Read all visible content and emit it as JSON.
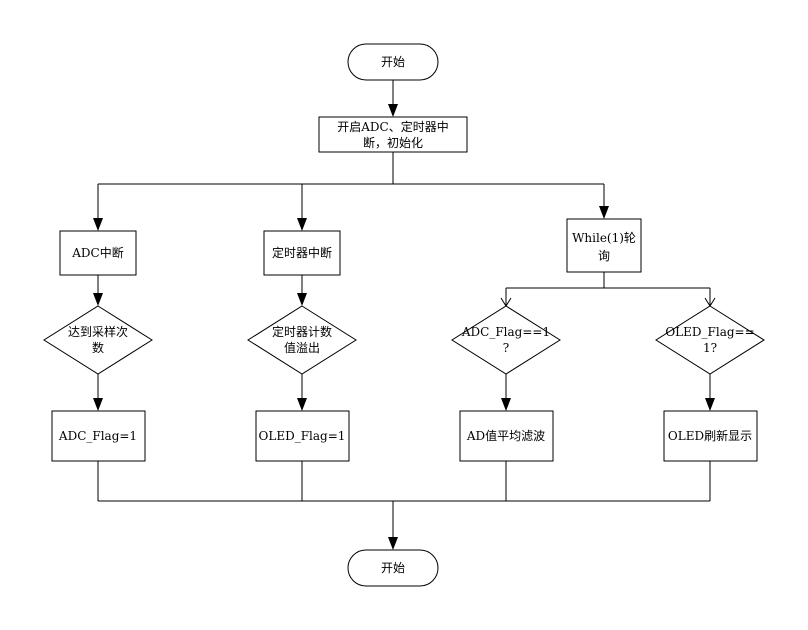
{
  "flowchart": {
    "start": {
      "label": "开始"
    },
    "init": {
      "line1": "开启ADC、定时器中",
      "line2": "断，初始化"
    },
    "adc_branch": {
      "interrupt": "ADC中断",
      "decision": {
        "line1": "达到采样次",
        "line2": "数"
      },
      "action": "ADC_Flag=1"
    },
    "timer_branch": {
      "interrupt": "定时器中断",
      "decision": {
        "line1": "定时器计数",
        "line2": "值溢出"
      },
      "action": "OLED_Flag=1"
    },
    "poll_branch": {
      "loop": {
        "line1": "While(1)轮",
        "line2": "询"
      },
      "adc_check": {
        "decision": {
          "line1": "ADC_Flag==1",
          "line2": "?"
        },
        "action": "AD值平均滤波"
      },
      "oled_check": {
        "decision": {
          "line1": "OLED_Flag==",
          "line2": "1?"
        },
        "action": "OLED刷新显示"
      }
    },
    "end": {
      "label": "开始"
    }
  }
}
